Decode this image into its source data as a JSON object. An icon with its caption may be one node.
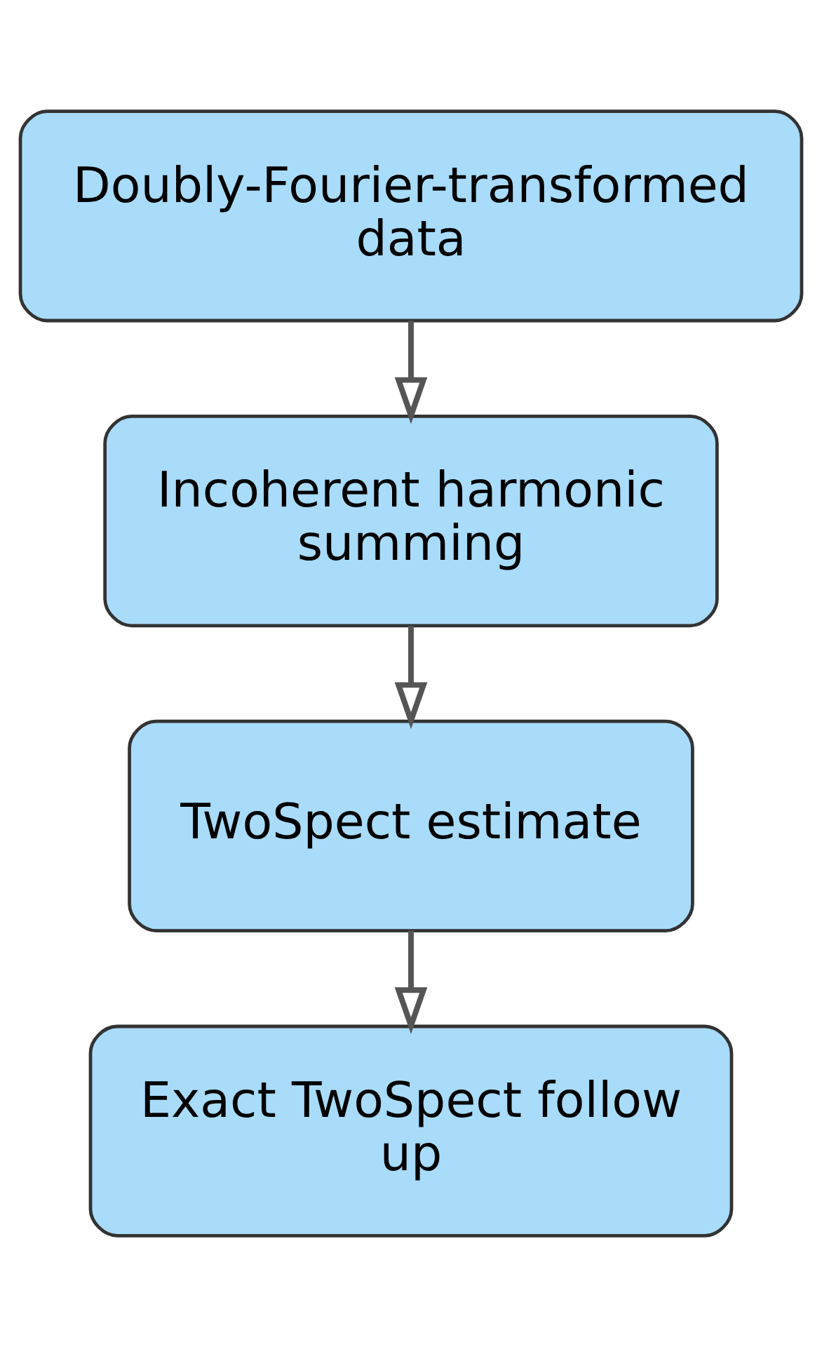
{
  "diagram": {
    "nodes": [
      {
        "text": [
          "Doubly-Fourier-transformed data"
        ]
      },
      {
        "text": [
          "Incoherent harmonic summing"
        ]
      },
      {
        "text": [
          "TwoSpect estimate"
        ]
      },
      {
        "text": [
          "Exact TwoSpect follow up"
        ]
      }
    ],
    "edges": [
      {
        "from": 0,
        "to": 1,
        "arrow": "to"
      },
      {
        "from": 1,
        "to": 2,
        "arrow": "to"
      },
      {
        "from": 2,
        "to": 3,
        "arrow": "to"
      }
    ]
  }
}
